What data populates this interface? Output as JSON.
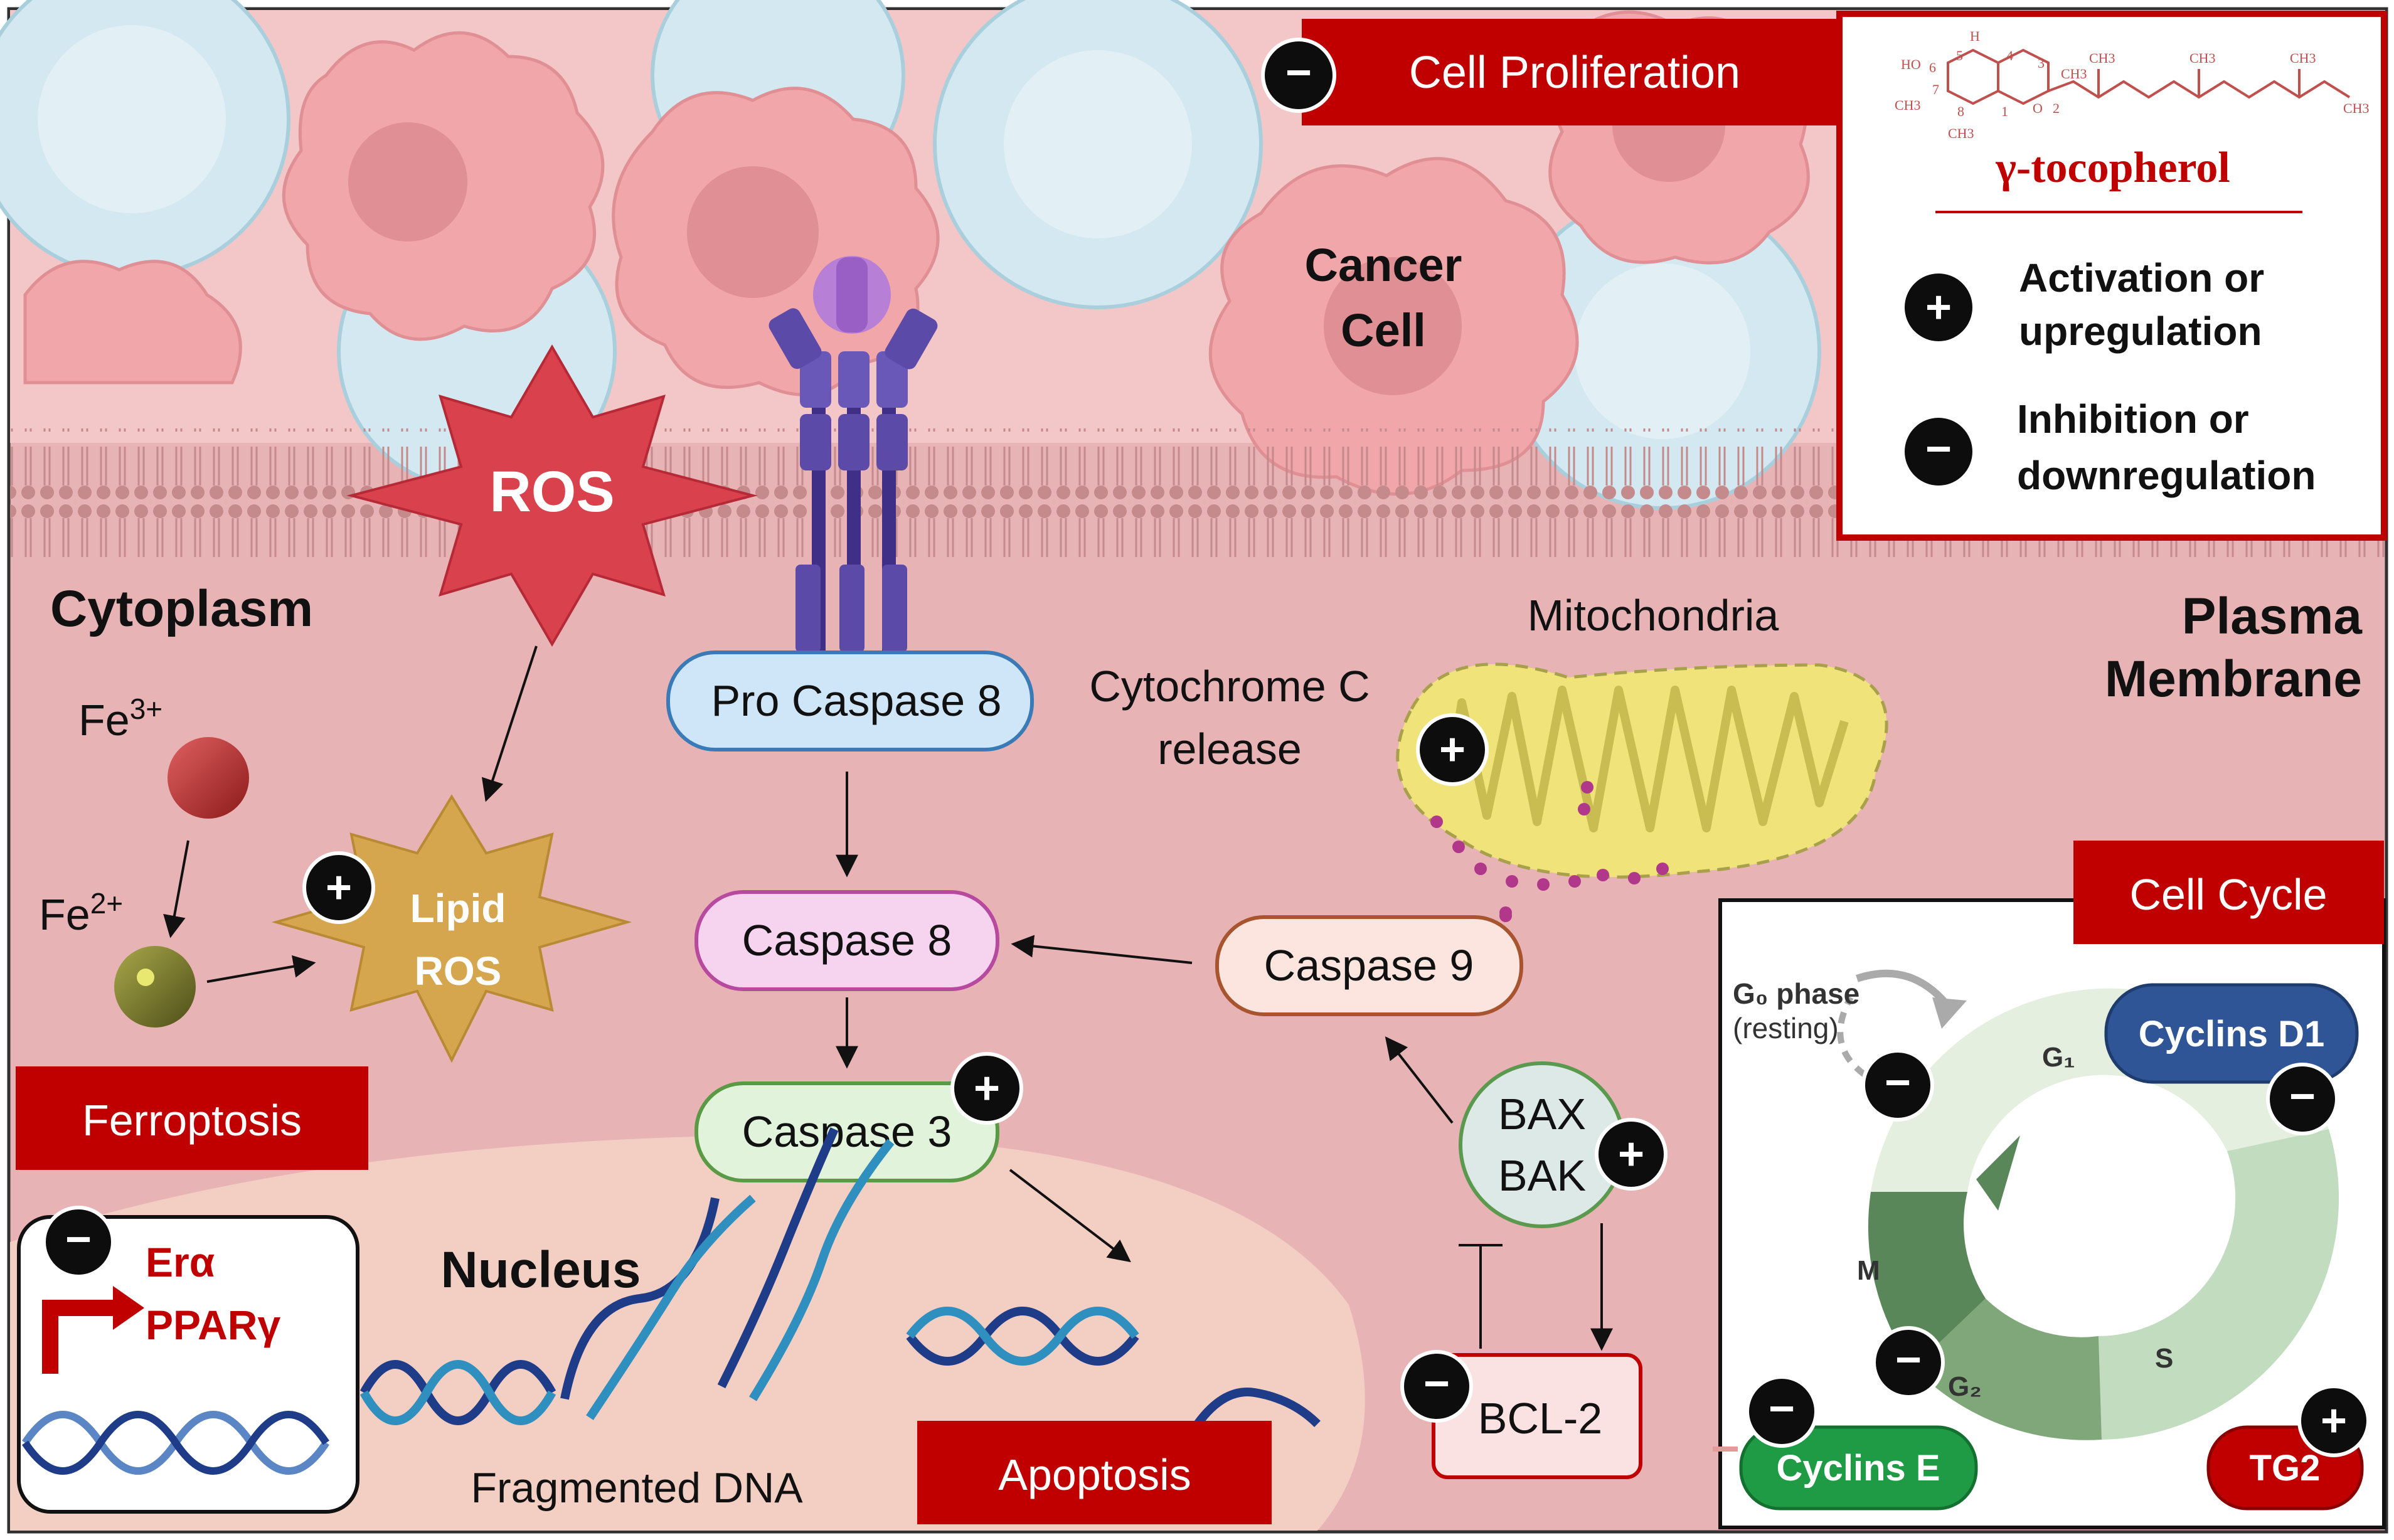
{
  "colors": {
    "cytoplasm_bg": "#e9b0b3",
    "cancer_cell": "#f2aaad",
    "normal_cell": "#cfe7f0",
    "membrane_head": "#c98f91",
    "label_red": "#c00000",
    "ros_red": "#d9414d",
    "lipid_ros_gold": "#d4a24c",
    "mito_yellow": "#efe37a",
    "receptor_purple": "#5b4aa8",
    "cyclins_d1_blue": "#2f5597",
    "cyclins_e_green": "#1f9a45",
    "tg2_red": "#c00000"
  },
  "header": {
    "cell_proliferation": "Cell Proliferation",
    "cancer_cell": [
      "Cancer",
      "Cell"
    ]
  },
  "legend": {
    "compound_name": "γ-tocopherol",
    "activation": [
      "Activation or",
      "upregulation"
    ],
    "inhibition": [
      "Inhibition or",
      "downregulation"
    ],
    "structure_labels": [
      "HO",
      "H",
      "6",
      "5",
      "4",
      "3",
      "7",
      "8",
      "1",
      "2",
      "O",
      "CH3",
      "CH3",
      "CH3",
      "CH3",
      "CH3",
      "CH3",
      "CH3"
    ]
  },
  "regions": {
    "cytoplasm": "Cytoplasm",
    "plasma_membrane": [
      "Plasma",
      "Membrane"
    ],
    "nucleus": "Nucleus",
    "mitochondria": "Mitochondria"
  },
  "ros": "ROS",
  "ferroptosis": {
    "fe3": "Fe",
    "fe3_sup": "3+",
    "fe2": "Fe",
    "fe2_sup": "2+",
    "lipid_ros": [
      "Lipid",
      "ROS"
    ],
    "label": "Ferroptosis"
  },
  "apoptosis": {
    "pro_caspase_8": "Pro Caspase 8",
    "caspase_8": "Caspase 8",
    "caspase_3": "Caspase 3",
    "caspase_9": "Caspase 9",
    "cytochrome_c": [
      "Cytochrome C",
      "release"
    ],
    "bax": "BAX",
    "bak": "BAK",
    "bcl2": "BCL-2",
    "label": "Apoptosis"
  },
  "nucleus": {
    "genes": [
      "Erα",
      "PPARγ"
    ],
    "fragmented_dna": "Fragmented DNA"
  },
  "cell_cycle": {
    "label": "Cell Cycle",
    "g0_phase": "G₀ phase",
    "g0_resting": "(resting)",
    "phases": {
      "g1": "G₁",
      "s": "S",
      "g2": "G₂",
      "m": "M"
    },
    "cyclins_d1": "Cyclins D1",
    "cyclins_e": "Cyclins E",
    "tg2": "TG2"
  },
  "signs": {
    "plus": "+",
    "minus": "−"
  }
}
